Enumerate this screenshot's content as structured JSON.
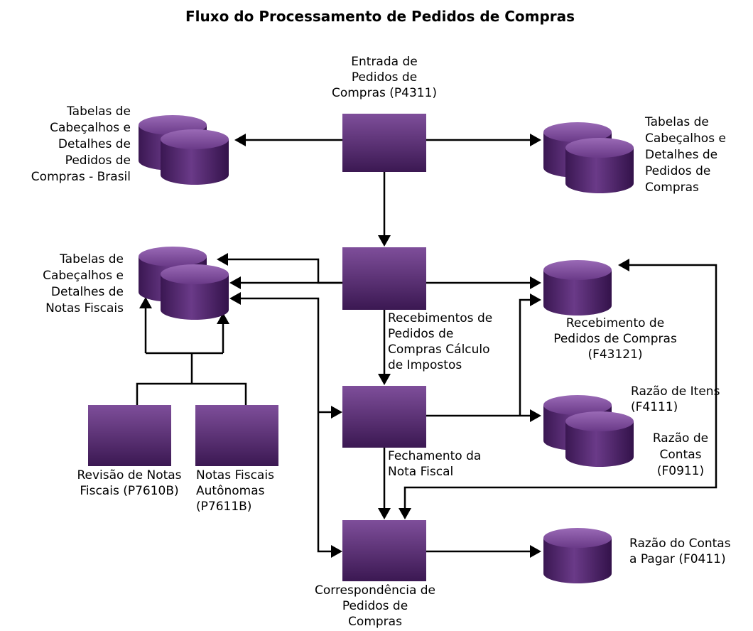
{
  "title": "Fluxo do Processamento de Pedidos de Compras",
  "processes": {
    "entrada": "Entrada de|Pedidos de|Compras (P4311)",
    "recebimentos": "Recebimentos de|Pedidos de|Compras  Cálculo|de Impostos",
    "fechamento": "Fechamento da|Nota Fiscal",
    "correspondencia": "Correspondência de|Pedidos de|Compras",
    "revisao": "Revisão de Notas|Fiscais (P7610B)",
    "autonomas": "Notas Fiscais|Autônomas|(P7611B)"
  },
  "tables": {
    "brasil": "Tabelas de|Cabeçalhos e|Detalhes de|Pedidos de|Compras - Brasil",
    "pedidos": "Tabelas de|Cabeçalhos e|Detalhes de|Pedidos de|Compras",
    "notas_fiscais": "Tabelas de|Cabeçalhos e|Detalhes de|Notas Fiscais",
    "recebimento": "Recebimento de|Pedidos de Compras|(F43121)",
    "razao_itens": "Razão de Itens|(F4111)",
    "razao_contas": "Razão de|Contas|(F0911)",
    "razao_pagar": "Razão do Contas|a Pagar (F0411)"
  },
  "colors": {
    "box_top": "#7a4a96",
    "box_bottom": "#3d1a56",
    "cylinder_top": "#8a5aa6",
    "cylinder_body": "#4a2266",
    "line": "#000000"
  }
}
